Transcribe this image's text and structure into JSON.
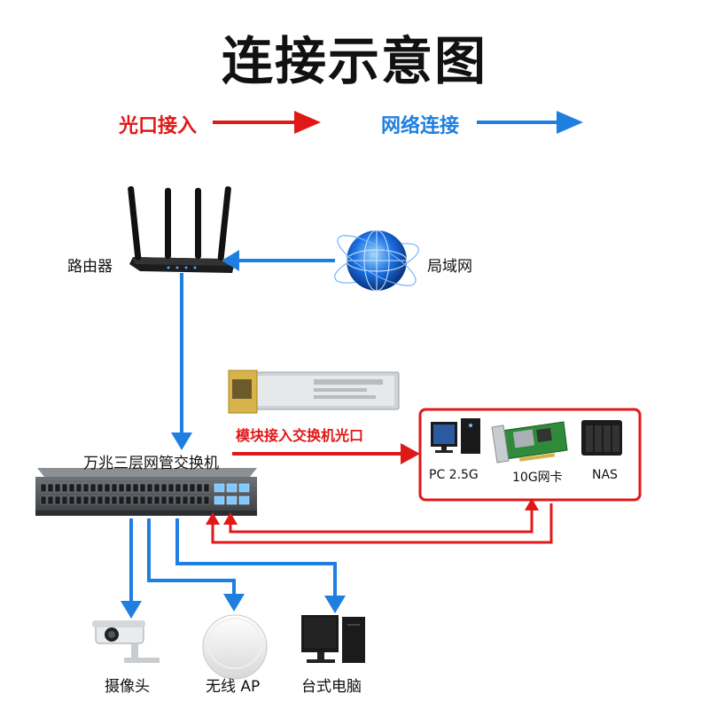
{
  "title": "连接示意图",
  "legend": {
    "fiber": {
      "label": "光口接入",
      "color": "#e01818"
    },
    "network": {
      "label": "网络连接",
      "color": "#1f7fe0"
    }
  },
  "nodes": {
    "router": "路由器",
    "internet": "局域网",
    "switch": "万兆三层网管交换机",
    "module": "模块接入交换机光口",
    "pc": "PC 2.5G",
    "nic": "10G网卡",
    "nas": "NAS",
    "camera": "摄像头",
    "ap": "无线 AP",
    "desktop": "台式电脑"
  },
  "icons": {
    "router": "router-icon",
    "globe": "globe-icon",
    "switch": "switch-icon",
    "sfp": "sfp-module-icon",
    "pc": "pc-tower-icon",
    "nic": "network-card-icon",
    "nas": "nas-icon",
    "camera": "camera-icon",
    "ap": "wireless-ap-icon",
    "desktop": "desktop-computer-icon"
  }
}
